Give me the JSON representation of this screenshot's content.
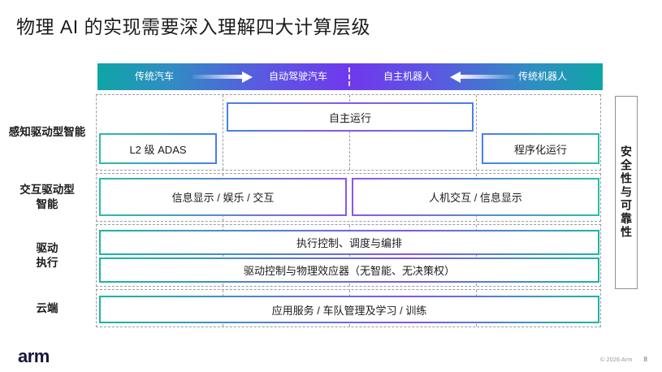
{
  "title": "物理 AI 的实现需要深入理解四大计算层级",
  "header_bar": {
    "segments": [
      {
        "label": "传统汽车"
      },
      {
        "label": "自动驾驶汽车"
      },
      {
        "label": "自主机器人"
      },
      {
        "label": "传统机器人"
      }
    ],
    "arrow_right_icon": "arrow-right",
    "arrow_left_icon": "arrow-left"
  },
  "row_labels": {
    "perception": "感知驱动型智能",
    "interaction": "交互驱动型\n智能",
    "actuation": "驱动\n执行",
    "cloud": "云端"
  },
  "boxes": {
    "autonomous_operation": "自主运行",
    "l2_adas": "L2 级 ADAS",
    "programmed_operation": "程序化运行",
    "info_display_entertainment": "信息显示 / 娱乐 / 交互",
    "hmi_info_display": "人机交互 / 信息显示",
    "execution_control": "执行控制、调度与编排",
    "drive_control": "驱动控制与物理效应器（无智能、无决策权）",
    "cloud_services": "应用服务 / 车队管理及学习 / 训练"
  },
  "side_label": "安全性与可靠性",
  "footer": {
    "logo": "arm",
    "copyright": "© 2026 Arm",
    "page": "8"
  },
  "colors": {
    "bar_teal": "#0fa5a6",
    "bar_blue": "#2f8ec2",
    "bar_purple": "#7038ee",
    "border_teal": "#2bbcab",
    "border_blue": "#4a80e8",
    "border_purple": "#8a55ee",
    "dashed_gray": "#979ca3",
    "arm_navy": "#16163a"
  }
}
